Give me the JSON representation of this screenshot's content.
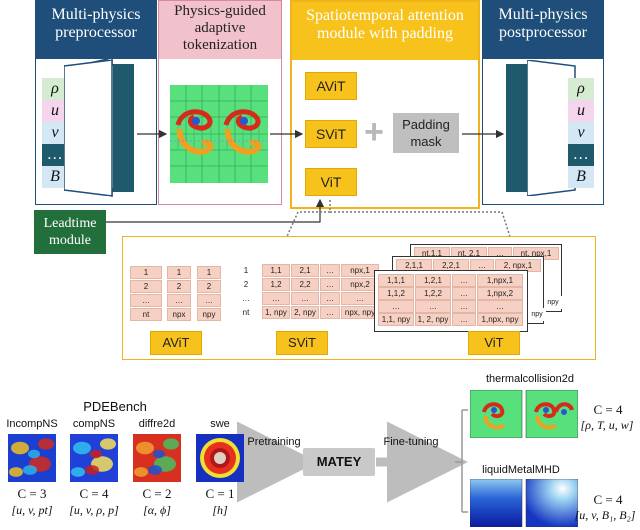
{
  "panels": {
    "preprocessor": "Multi-physics preprocessor",
    "tokenization": "Physics-guided adaptive tokenization",
    "attention": "Spatiotemporal attention module with padding",
    "postprocessor": "Multi-physics postprocessor"
  },
  "variables": [
    "ρ",
    "u",
    "v",
    "…",
    "B"
  ],
  "variable_colors": [
    "#d6ecd2",
    "#f3d6ec",
    "#d3e7f5",
    "#1e5a6b",
    "#d3e7f5"
  ],
  "modules": {
    "avit": "AViT",
    "svit": "SViT",
    "vit": "ViT",
    "padding": "Padding mask",
    "plus": "+"
  },
  "leadtime": "Leadtime module",
  "tokens": {
    "avit": {
      "col1": [
        "1",
        "2",
        "…",
        "nt"
      ],
      "col2": [
        "1",
        "2",
        "…",
        "npx"
      ],
      "col3": [
        "1",
        "2",
        "…",
        "npy"
      ],
      "label": "AViT"
    },
    "svit": {
      "col1": [
        "1",
        "2",
        "…",
        "nt"
      ],
      "rows": [
        [
          "1,1",
          "2,1",
          "…",
          "npx,1"
        ],
        [
          "1,2",
          "2,2",
          "…",
          "npx,2"
        ],
        [
          "…",
          "…",
          "…",
          "…"
        ],
        [
          "1, npy",
          "2, npy",
          "…",
          "npx, npy"
        ]
      ],
      "label": "SViT"
    },
    "vit": {
      "back1": [
        "nt,1,1",
        "nt, 2,1",
        "…",
        "nt, npx,1"
      ],
      "back2": [
        "2,1,1",
        "2,2,1",
        "…",
        "2, npx,1"
      ],
      "front": [
        [
          "1,1,1",
          "1,2,1",
          "…",
          "1,npx,1"
        ],
        [
          "1,1,2",
          "1,2,2",
          "…",
          "1,npx,2"
        ],
        [
          "…",
          "…",
          "…",
          "…"
        ],
        [
          "1,1, npy",
          "1, 2, npy",
          "…",
          "1,npx, npy"
        ]
      ],
      "side": [
        "npy",
        "npy"
      ],
      "label": "ViT"
    }
  },
  "bottom": {
    "pdebench": "PDEBench",
    "datasets": [
      {
        "name": "IncompNS",
        "c": "C = 3",
        "vars": "[u, v, pt]"
      },
      {
        "name": "compNS",
        "c": "C = 4",
        "vars": "[u, v, ρ, p]"
      },
      {
        "name": "diffre2d",
        "c": "C = 2",
        "vars": "[α, ϕ]"
      },
      {
        "name": "swe",
        "c": "C = 1",
        "vars": "[h]"
      }
    ],
    "pretraining": "Pretraining",
    "matey": "MATEY",
    "finetuning": "Fine-tuning",
    "targets": [
      {
        "name": "thermalcollision2d",
        "c": "C = 4",
        "vars": "[ρ, T, u, w]"
      },
      {
        "name": "liquidMetalMHD",
        "c": "C = 4",
        "vars": "[u, v, B₁, B₂]"
      }
    ]
  }
}
